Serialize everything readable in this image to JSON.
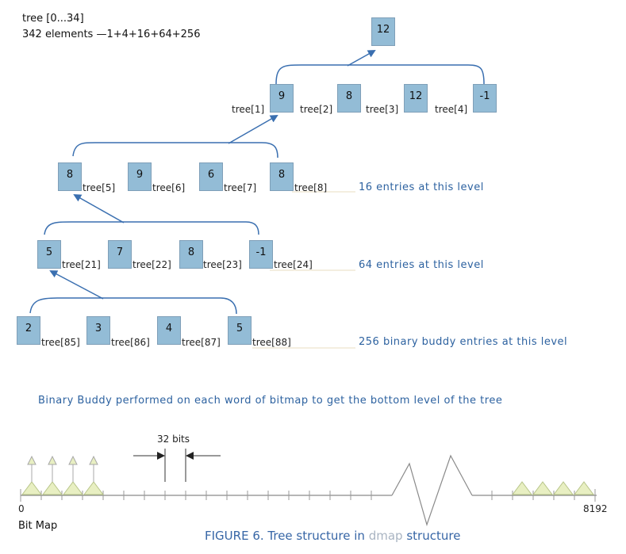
{
  "header": {
    "line1": "tree [0...34]",
    "line2": "342 elements —1+4+16+64+256"
  },
  "nodes": {
    "root": "12",
    "l1": [
      "9",
      "8",
      "12",
      "-1"
    ],
    "l2": [
      "8",
      "9",
      "6",
      "8"
    ],
    "l3": [
      "5",
      "7",
      "8",
      "-1"
    ],
    "l4": [
      "2",
      "3",
      "4",
      "5"
    ]
  },
  "labels": {
    "l1": [
      "tree[1]",
      "tree[2]",
      "tree[3]",
      "tree[4]"
    ],
    "l2": [
      "tree[5]",
      "tree[6]",
      "tree[7]",
      "tree[8]"
    ],
    "l3": [
      "tree[21]",
      "tree[22]",
      "tree[23]",
      "tree[24]"
    ],
    "l4": [
      "tree[85]",
      "tree[86]",
      "tree[87]",
      "tree[88]"
    ]
  },
  "notes": {
    "l2": "16 entries at this level",
    "l3": "64 entries at this level",
    "l4": "256 binary buddy entries at this level",
    "buddy": "Binary Buddy performed on each word of bitmap to get the bottom level of the tree"
  },
  "bitmap": {
    "width_label": "32 bits",
    "start": "0",
    "end": "8192",
    "name": "Bit Map"
  },
  "caption": {
    "prefix": "FIGURE 6. Tree structure in ",
    "term": "dmap",
    "suffix": " structure"
  },
  "colors": {
    "node_fill": "#93bcd6",
    "arrow": "#3a6fb0",
    "note_text": "#2d62a0",
    "bitmap_triangle": "#e8efc2"
  }
}
